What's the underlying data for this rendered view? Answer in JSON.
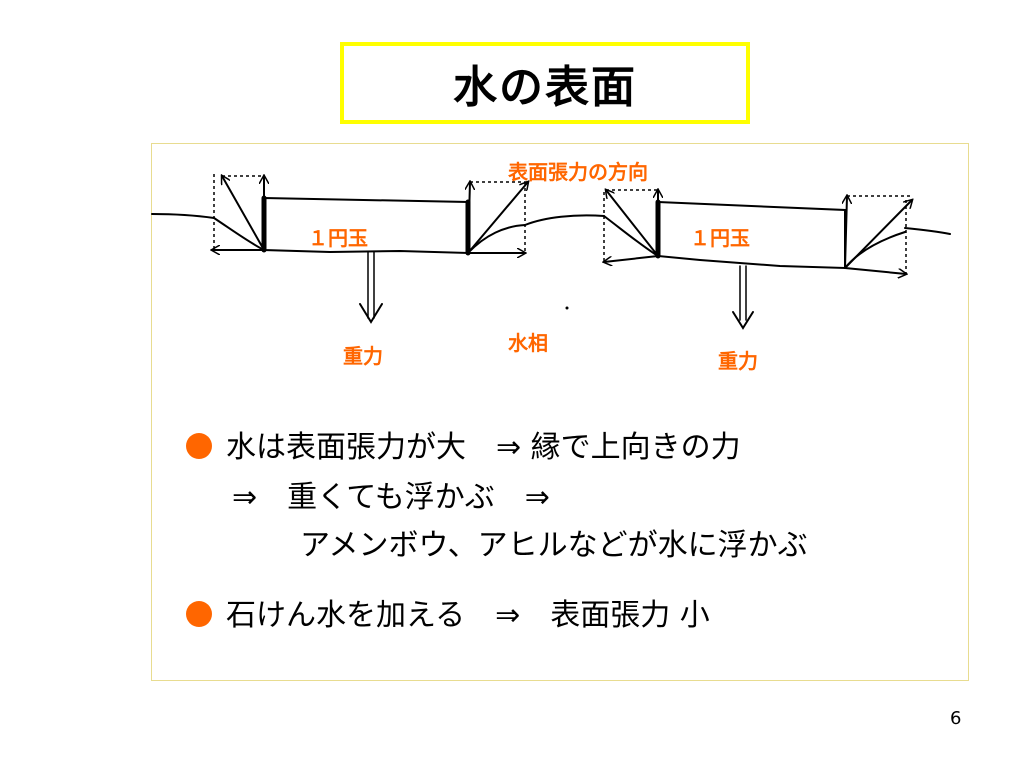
{
  "slide": {
    "title": "水の表面",
    "page_number": "6"
  },
  "diagram": {
    "tension_label": "表面張力の方向",
    "coin_label_left": "１円玉",
    "coin_label_right": "１円玉",
    "gravity_label_left": "重力",
    "gravity_label_right": "重力",
    "water_label": "水相"
  },
  "bullets": {
    "first": {
      "line1": "水は表面張力が大　⇒ 縁で上向きの力",
      "line2": "⇒　重くても浮かぶ　⇒",
      "line3": "アメンボウ、アヒルなどが水に浮かぶ"
    },
    "second": {
      "line1": "石けん水を加える　⇒　表面張力 小"
    }
  },
  "colors": {
    "accent": "#ff6600",
    "title_border": "#ffff00",
    "frame_border": "#e8dc90"
  }
}
